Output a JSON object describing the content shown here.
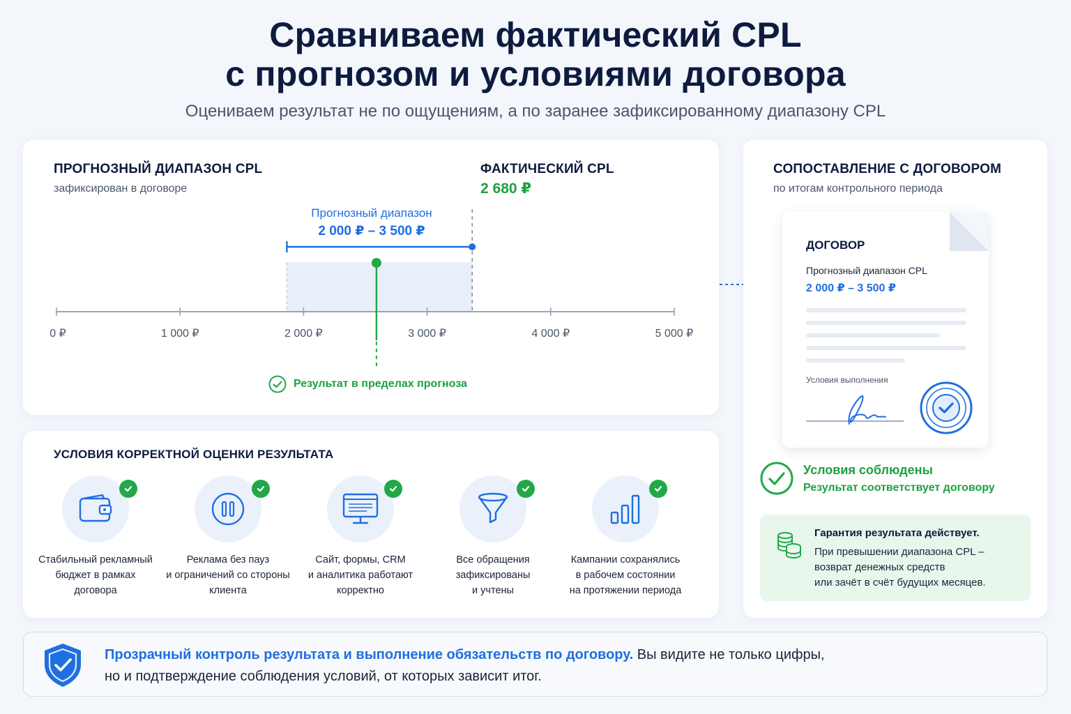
{
  "header": {
    "title_line1": "Сравниваем фактический CPL",
    "title_line2": "с прогнозом и условиями договора",
    "subtitle": "Оцениваем результат не по ощущениям, а по заранее зафиксированному диапазону CPL"
  },
  "forecast": {
    "heading": "ПРОГНОЗНЫЙ ДИАПАЗОН CPL",
    "note": "зафиксирован в договоре",
    "range_label": "Прогнозный диапазон",
    "range_value": "2 000 ₽ – 3 500 ₽"
  },
  "actual": {
    "heading": "ФАКТИЧЕСКИЙ CPL",
    "value": "2 680 ₽"
  },
  "chart_data": {
    "type": "range",
    "x_ticks": [
      0,
      1000,
      2000,
      3000,
      4000,
      5000
    ],
    "x_tick_labels": [
      "0 ₽",
      "1 000 ₽",
      "2 000 ₽",
      "3 000 ₽",
      "4 000 ₽",
      "5 000 ₽"
    ],
    "xlim": [
      0,
      5000
    ],
    "range": [
      2000,
      3500
    ],
    "actual": 2680,
    "result_text": "Результат в пределах прогноза"
  },
  "conditions": {
    "heading": "УСЛОВИЯ КОРРЕКТНОЙ ОЦЕНКИ РЕЗУЛЬТАТА",
    "items": [
      {
        "icon": "wallet-icon",
        "text": "Стабильный рекламный\nбюджет в рамках\nдоговора"
      },
      {
        "icon": "pause-icon",
        "text": "Реклама без пауз\nи ограничений со стороны\nклиента"
      },
      {
        "icon": "monitor-icon",
        "text": "Сайт, формы, CRM\nи аналитика работают\nкорректно"
      },
      {
        "icon": "funnel-icon",
        "text": "Все обращения\nзафиксированы\nи учтены"
      },
      {
        "icon": "bar-chart-icon",
        "text": "Кампании сохранялись\nв рабочем состоянии\nна протяжении периода"
      }
    ]
  },
  "contract": {
    "heading": "СОПОСТАВЛЕНИЕ С ДОГОВОРОМ",
    "note": "по итогам контрольного периода",
    "doc_title": "ДОГОВОР",
    "doc_range_label": "Прогнозный диапазон CPL",
    "doc_range_value": "2 000 ₽ – 3 500 ₽",
    "doc_conditions_label": "Условия выполнения",
    "status_title": "Условия соблюдены",
    "status_sub": "Результат соответствует договору",
    "guarantee_title": "Гарантия результата действует.",
    "guarantee_line1": "При превышении диапазона CPL –",
    "guarantee_line2": "возврат денежных средств",
    "guarantee_line3": "или зачёт в счёт будущих месяцев."
  },
  "banner": {
    "bold": "Прозрачный контроль результата и выполнение обязательств по договору.",
    "text1": " Вы видите не только цифры,",
    "text2": "но и подтверждение соблюдения условий, от которых зависит итог."
  },
  "colors": {
    "accent_blue": "#1f6fe0",
    "green": "#22a848",
    "navy": "#0d1b3e",
    "range_fill": "#e8eefa"
  }
}
